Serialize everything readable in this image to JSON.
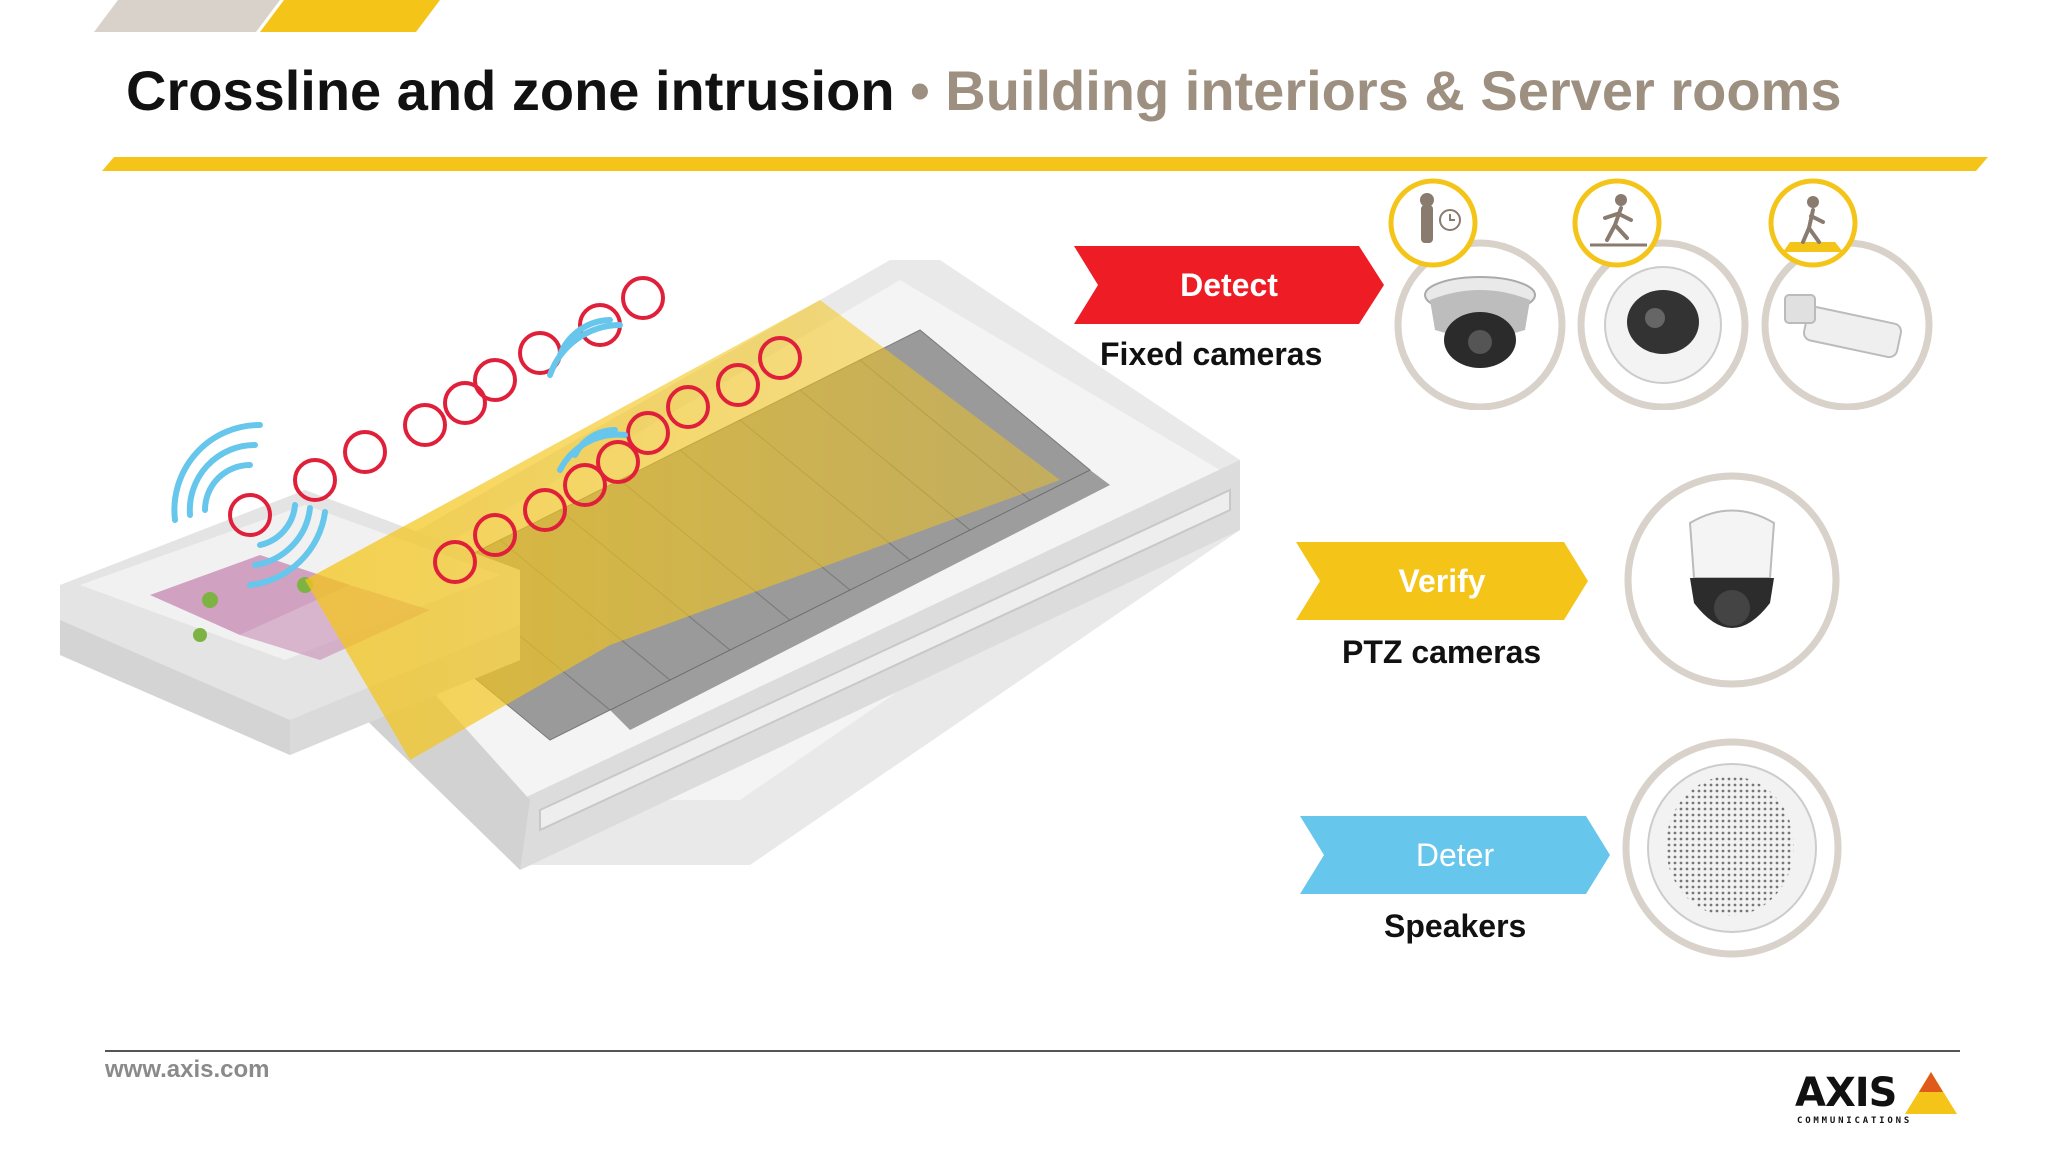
{
  "header": {
    "title_main": "Crossline and zone intrusion",
    "bullet": "•",
    "title_sub": "Building interiors & Server rooms"
  },
  "colors": {
    "yellow": "#f4c518",
    "red": "#ee1c25",
    "blue": "#67c6ec",
    "taupe": "#d8d2cb",
    "title_grey": "#9e9081"
  },
  "stages": [
    {
      "label": "Detect",
      "caption": "Fixed cameras",
      "color": "#ee1c25",
      "icons": [
        "loitering-icon",
        "crossline-icon",
        "zone-intrusion-icon"
      ]
    },
    {
      "label": "Verify",
      "caption": "PTZ cameras",
      "color": "#f4c518"
    },
    {
      "label": "Deter",
      "caption": "Speakers",
      "color": "#67c6ec"
    }
  ],
  "footer": {
    "url": "www.axis.com",
    "logo_text": "AXIS",
    "logo_sub": "COMMUNICATIONS"
  }
}
